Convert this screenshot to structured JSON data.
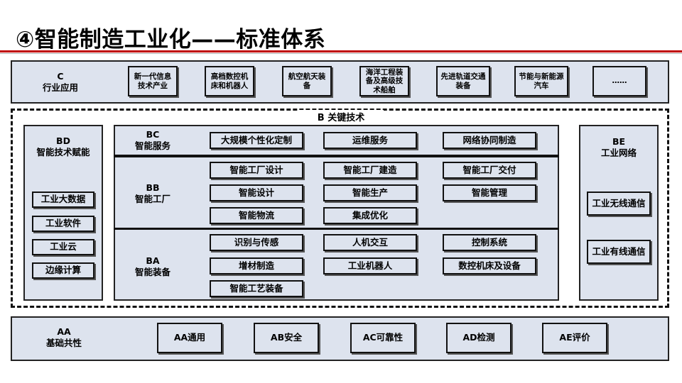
{
  "title": "④智能制造工业化——标准体系",
  "c_layer": {
    "code": "C",
    "name": "行业应用",
    "items": [
      "新一代信息技术产业",
      "高档数控机床和机器人",
      "航空航天装备",
      "海洋工程装备及高级技术船舶",
      "先进轨道交通装备",
      "节能与新能源汽车",
      "……"
    ]
  },
  "b_layer": {
    "title": "B 关键技术",
    "bd": {
      "code": "BD",
      "name": "智能技术赋能",
      "items": [
        "工业大数据",
        "工业软件",
        "工业云",
        "边缘计算"
      ]
    },
    "bc": {
      "code": "BC",
      "name": "智能服务",
      "items": [
        "大规模个性化定制",
        "运维服务",
        "网络协同制造"
      ]
    },
    "bb": {
      "code": "BB",
      "name": "智能工厂",
      "items": [
        "智能工厂设计",
        "智能工厂建造",
        "智能工厂交付",
        "智能设计",
        "智能生产",
        "智能管理",
        "智能物流",
        "集成优化"
      ]
    },
    "ba": {
      "code": "BA",
      "name": "智能装备",
      "items": [
        "识别与传感",
        "人机交互",
        "控制系统",
        "增材制造",
        "工业机器人",
        "数控机床及设备",
        "智能工艺装备"
      ]
    },
    "be": {
      "code": "BE",
      "name": "工业网络",
      "items": [
        "工业无线通信",
        "工业有线通信"
      ]
    }
  },
  "a_layer": {
    "code": "AA",
    "name": "基础共性",
    "items": [
      "AA通用",
      "AB安全",
      "AC可靠性",
      "AD检测",
      "AE评价"
    ]
  }
}
